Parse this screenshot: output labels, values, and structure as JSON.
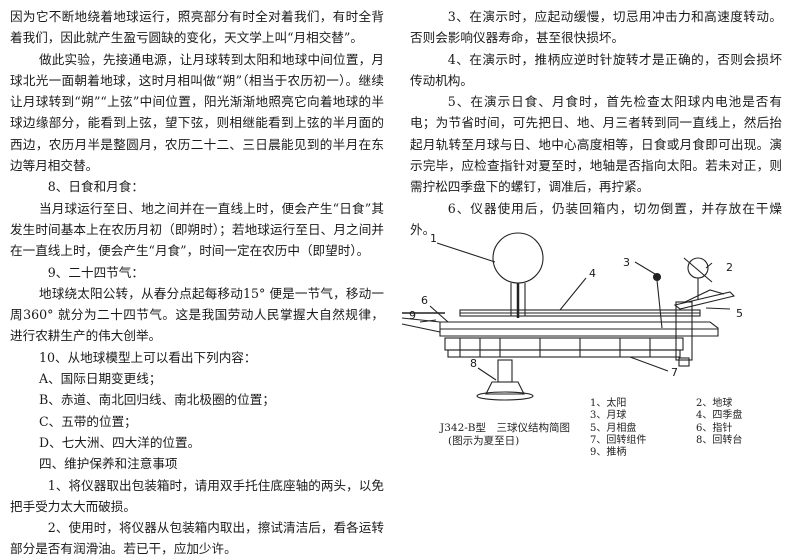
{
  "left_column": [
    {
      "id": "p1",
      "text": "因为它不断地绕着地球运行，照亮部分有时全对着我们，有时全背着我们，因此就产生盈亏圆缺的变化，天文学上叫“月相交替”。"
    },
    {
      "id": "p2",
      "text": "做此实验，先接通电源，让月球转到太阳和地球中间位置，月球北光一面朝着地球，这时月相叫做“朔”（相当于农历初一）。继续让月球转到“朔”“上弦”中间位置，阳光渐渐地照亮它向着地球的半球边缘部分，能看到上弦，望下弦，则相继能看到上弦的半月面的西边，农历月半是整圆月，农历二十二、三日晨能见到的半月在东边等月相交替。"
    },
    {
      "id": "h8",
      "text": "8、日食和月食："
    },
    {
      "id": "p3",
      "text": "当月球运行至日、地之间并在一直线上时，便会产生“日食”其发生时间基本上在农历月初（即朔时）；若地球运行至日、月之间并在一直线上时，便会产生“月食”，时间一定在农历中（即望时）。"
    },
    {
      "id": "h9",
      "text": "9、二十四节气："
    },
    {
      "id": "p4",
      "text": "地球绕太阳公转，从春分点起每移动15° 便是一节气，移动一周360° 就分为二十四节气。这是我国劳动人民掌握大自然规律，进行农耕生产的伟大创举。"
    },
    {
      "id": "h10",
      "text": "10、从地球模型上可以看出下列内容："
    },
    {
      "id": "la",
      "text": "A、国际日期变更线；"
    },
    {
      "id": "lb",
      "text": "B、赤道、南北回归线、南北极圈的位置；"
    },
    {
      "id": "lc",
      "text": "C、五带的位置；"
    },
    {
      "id": "ld",
      "text": "D、七大洲、四大洋的位置。"
    },
    {
      "id": "h4",
      "text": "四、维护保养和注意事项"
    },
    {
      "id": "p5",
      "text": "1、将仪器取出包装箱时，请用双手托住底座轴的两头，以免把手受力太大而破损。"
    },
    {
      "id": "p6",
      "text": "2、使用时，将仪器从包装箱内取出，擦试清洁后，看各运转部分是否有润滑油。若已干，应加少许。"
    }
  ],
  "right_column": [
    {
      "id": "r3",
      "text": "3、在演示时，应起动缓慢，切忌用冲击力和高速度转动。否则会影响仪器寿命，甚至很快损坏。"
    },
    {
      "id": "r4",
      "text": "4、在演示时，推柄应逆时针旋转才是正确的，否则会损坏传动机构。"
    },
    {
      "id": "r5",
      "text": "5、在演示日食、月食时，首先检查太阳球内电池是否有电；为节省时间，可先把日、地、月三者转到同一直线上，然后抬起月轨转至月球与日、地中心高度相等，日食或月食即可出现。演示完毕，应检查指针对夏至时，地轴是否指向太阳。若未对正，则需拧松四季盘下的螺钉，调准后，再拧紧。"
    },
    {
      "id": "r6",
      "text": "6、仪器使用后，仍装回箱内，切勿倒置，并存放在干燥外。"
    }
  ],
  "figure": {
    "caption_line1": "J342-B型　三球仪结构简图",
    "caption_line2": "(图示为夏至日)",
    "callouts": [
      "1",
      "2",
      "3",
      "4",
      "5",
      "6",
      "7",
      "8",
      "9"
    ],
    "legend": [
      {
        "num": "1",
        "label": "太阳"
      },
      {
        "num": "2",
        "label": "地球"
      },
      {
        "num": "3",
        "label": "月球"
      },
      {
        "num": "4",
        "label": "四季盘"
      },
      {
        "num": "5",
        "label": "月相盘"
      },
      {
        "num": "6",
        "label": "指针"
      },
      {
        "num": "7",
        "label": "回转组件"
      },
      {
        "num": "8",
        "label": "回转台"
      },
      {
        "num": "9",
        "label": "推柄"
      }
    ]
  }
}
